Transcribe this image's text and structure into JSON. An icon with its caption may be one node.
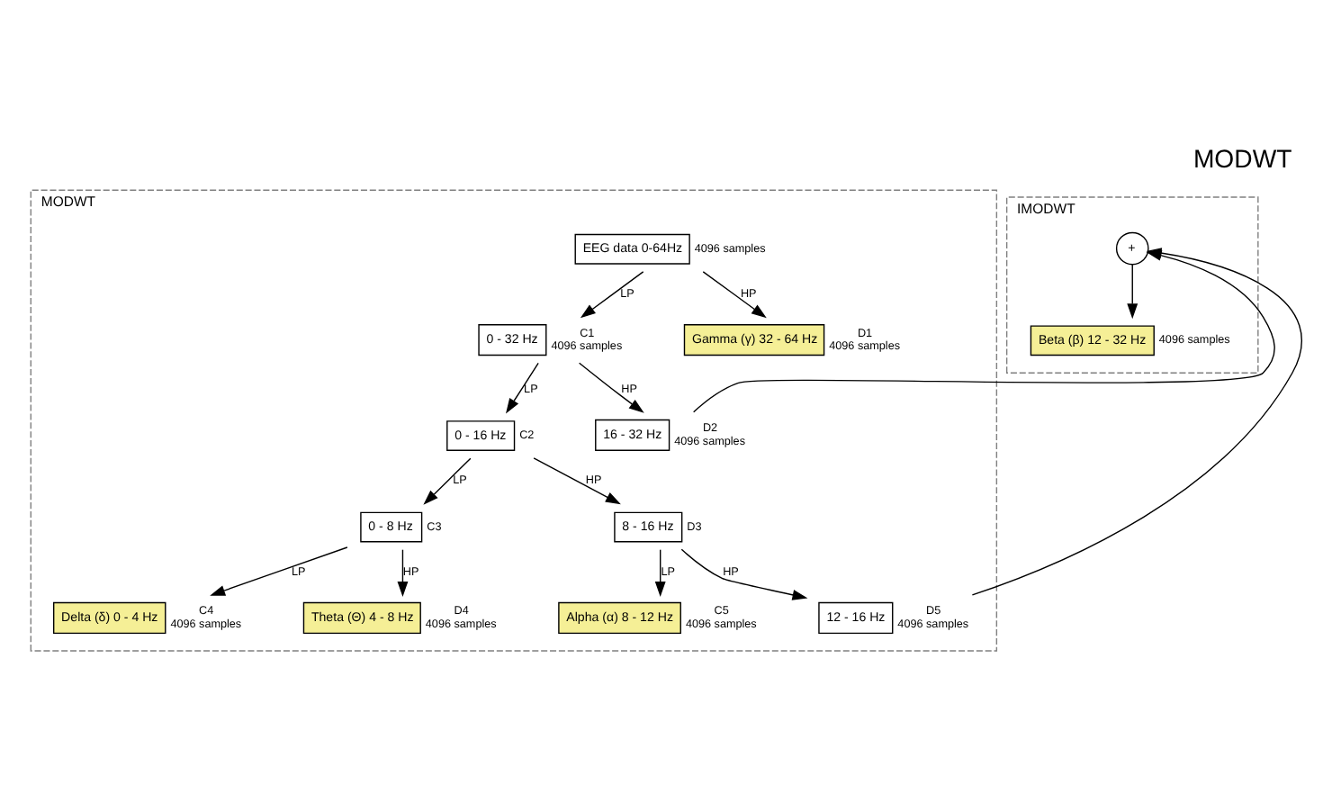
{
  "diagram": {
    "title": "MODWT",
    "nodes": [
      {
        "text": [
          "MODWT"
        ]
      },
      {
        "text": [
          "EEG data 0-64Hz"
        ],
        "beside": [
          "4096 samples"
        ],
        "in": 0
      },
      {
        "text": [
          "0 - 32 Hz"
        ],
        "beside": [
          "C1",
          "4096 samples"
        ],
        "in": 0
      },
      {
        "text": [
          "Gamma (γ) 32 - 64 Hz"
        ],
        "beside": [
          "D1",
          "4096 samples"
        ],
        "in": 0
      },
      {
        "text": [
          "0 - 16 Hz"
        ],
        "beside": [
          "C2"
        ],
        "in": 0
      },
      {
        "text": [
          "16 - 32 Hz"
        ],
        "beside": [
          "D2",
          "4096 samples"
        ],
        "in": 0
      },
      {
        "text": [
          "0 - 8 Hz"
        ],
        "beside": [
          "C3"
        ],
        "in": 0
      },
      {
        "text": [
          "8 - 16 Hz"
        ],
        "beside": [
          "D3"
        ],
        "in": 0
      },
      {
        "text": [
          "Delta (δ) 0 - 4 Hz"
        ],
        "beside": [
          "C4",
          "4096 samples"
        ],
        "in": 0
      },
      {
        "text": [
          "Theta (Θ) 4 - 8 Hz"
        ],
        "beside": [
          "D4",
          "4096 samples"
        ],
        "in": 0
      },
      {
        "text": [
          "Alpha (α) 8 - 12 Hz"
        ],
        "beside": [
          "C5",
          "4096 samples"
        ],
        "in": 0
      },
      {
        "text": [
          "12 - 16 Hz"
        ],
        "beside": [
          "D5",
          "4096 samples"
        ],
        "in": 0
      },
      {
        "text": [
          "IMODWT"
        ]
      },
      {
        "text": [
          "+"
        ],
        "in": 12
      },
      {
        "text": [
          "Beta (β) 12 - 32 Hz"
        ],
        "beside": [
          "4096 samples"
        ],
        "in": 12
      }
    ],
    "edges": [
      {
        "from": 1,
        "to": 2,
        "arrow": "to",
        "label": "LP"
      },
      {
        "from": 1,
        "to": 3,
        "arrow": "to",
        "label": "HP"
      },
      {
        "from": 2,
        "to": 4,
        "arrow": "to",
        "label": "LP"
      },
      {
        "from": 2,
        "to": 5,
        "arrow": "to",
        "label": "HP"
      },
      {
        "from": 4,
        "to": 6,
        "arrow": "to",
        "label": "LP"
      },
      {
        "from": 4,
        "to": 7,
        "arrow": "to",
        "label": "HP"
      },
      {
        "from": 6,
        "to": 8,
        "arrow": "to",
        "label": "LP"
      },
      {
        "from": 6,
        "to": 9,
        "arrow": "to",
        "label": "HP"
      },
      {
        "from": 7,
        "to": 10,
        "arrow": "to",
        "label": "LP"
      },
      {
        "from": 7,
        "to": 11,
        "arrow": "to",
        "label": "HP"
      },
      {
        "from": 5,
        "to": 13,
        "arrow": "to"
      },
      {
        "from": 11,
        "to": 13,
        "arrow": "to"
      },
      {
        "from": 13,
        "to": 14,
        "arrow": "to"
      }
    ]
  }
}
